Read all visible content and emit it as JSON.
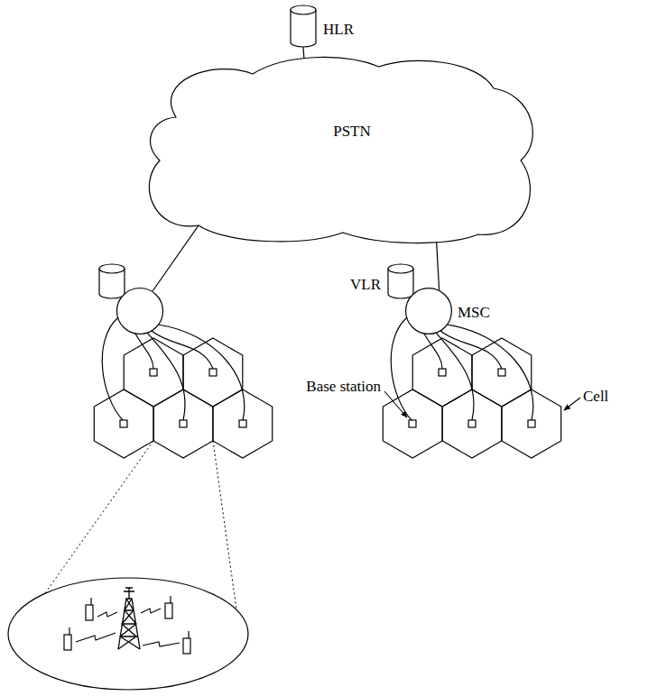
{
  "diagram": {
    "nodes": [
      {
        "text": [
          "HLR"
        ]
      },
      {
        "text": [
          "PSTN"
        ]
      },
      {
        "text": [
          "VLR"
        ]
      },
      {
        "text": [
          "MSC"
        ]
      }
    ],
    "edges": [
      {
        "from": 0,
        "to": 1,
        "arrow": "none"
      },
      {
        "from": 1,
        "to": 3,
        "arrow": "none"
      }
    ],
    "labels": [
      "Base station",
      "Cell"
    ]
  }
}
